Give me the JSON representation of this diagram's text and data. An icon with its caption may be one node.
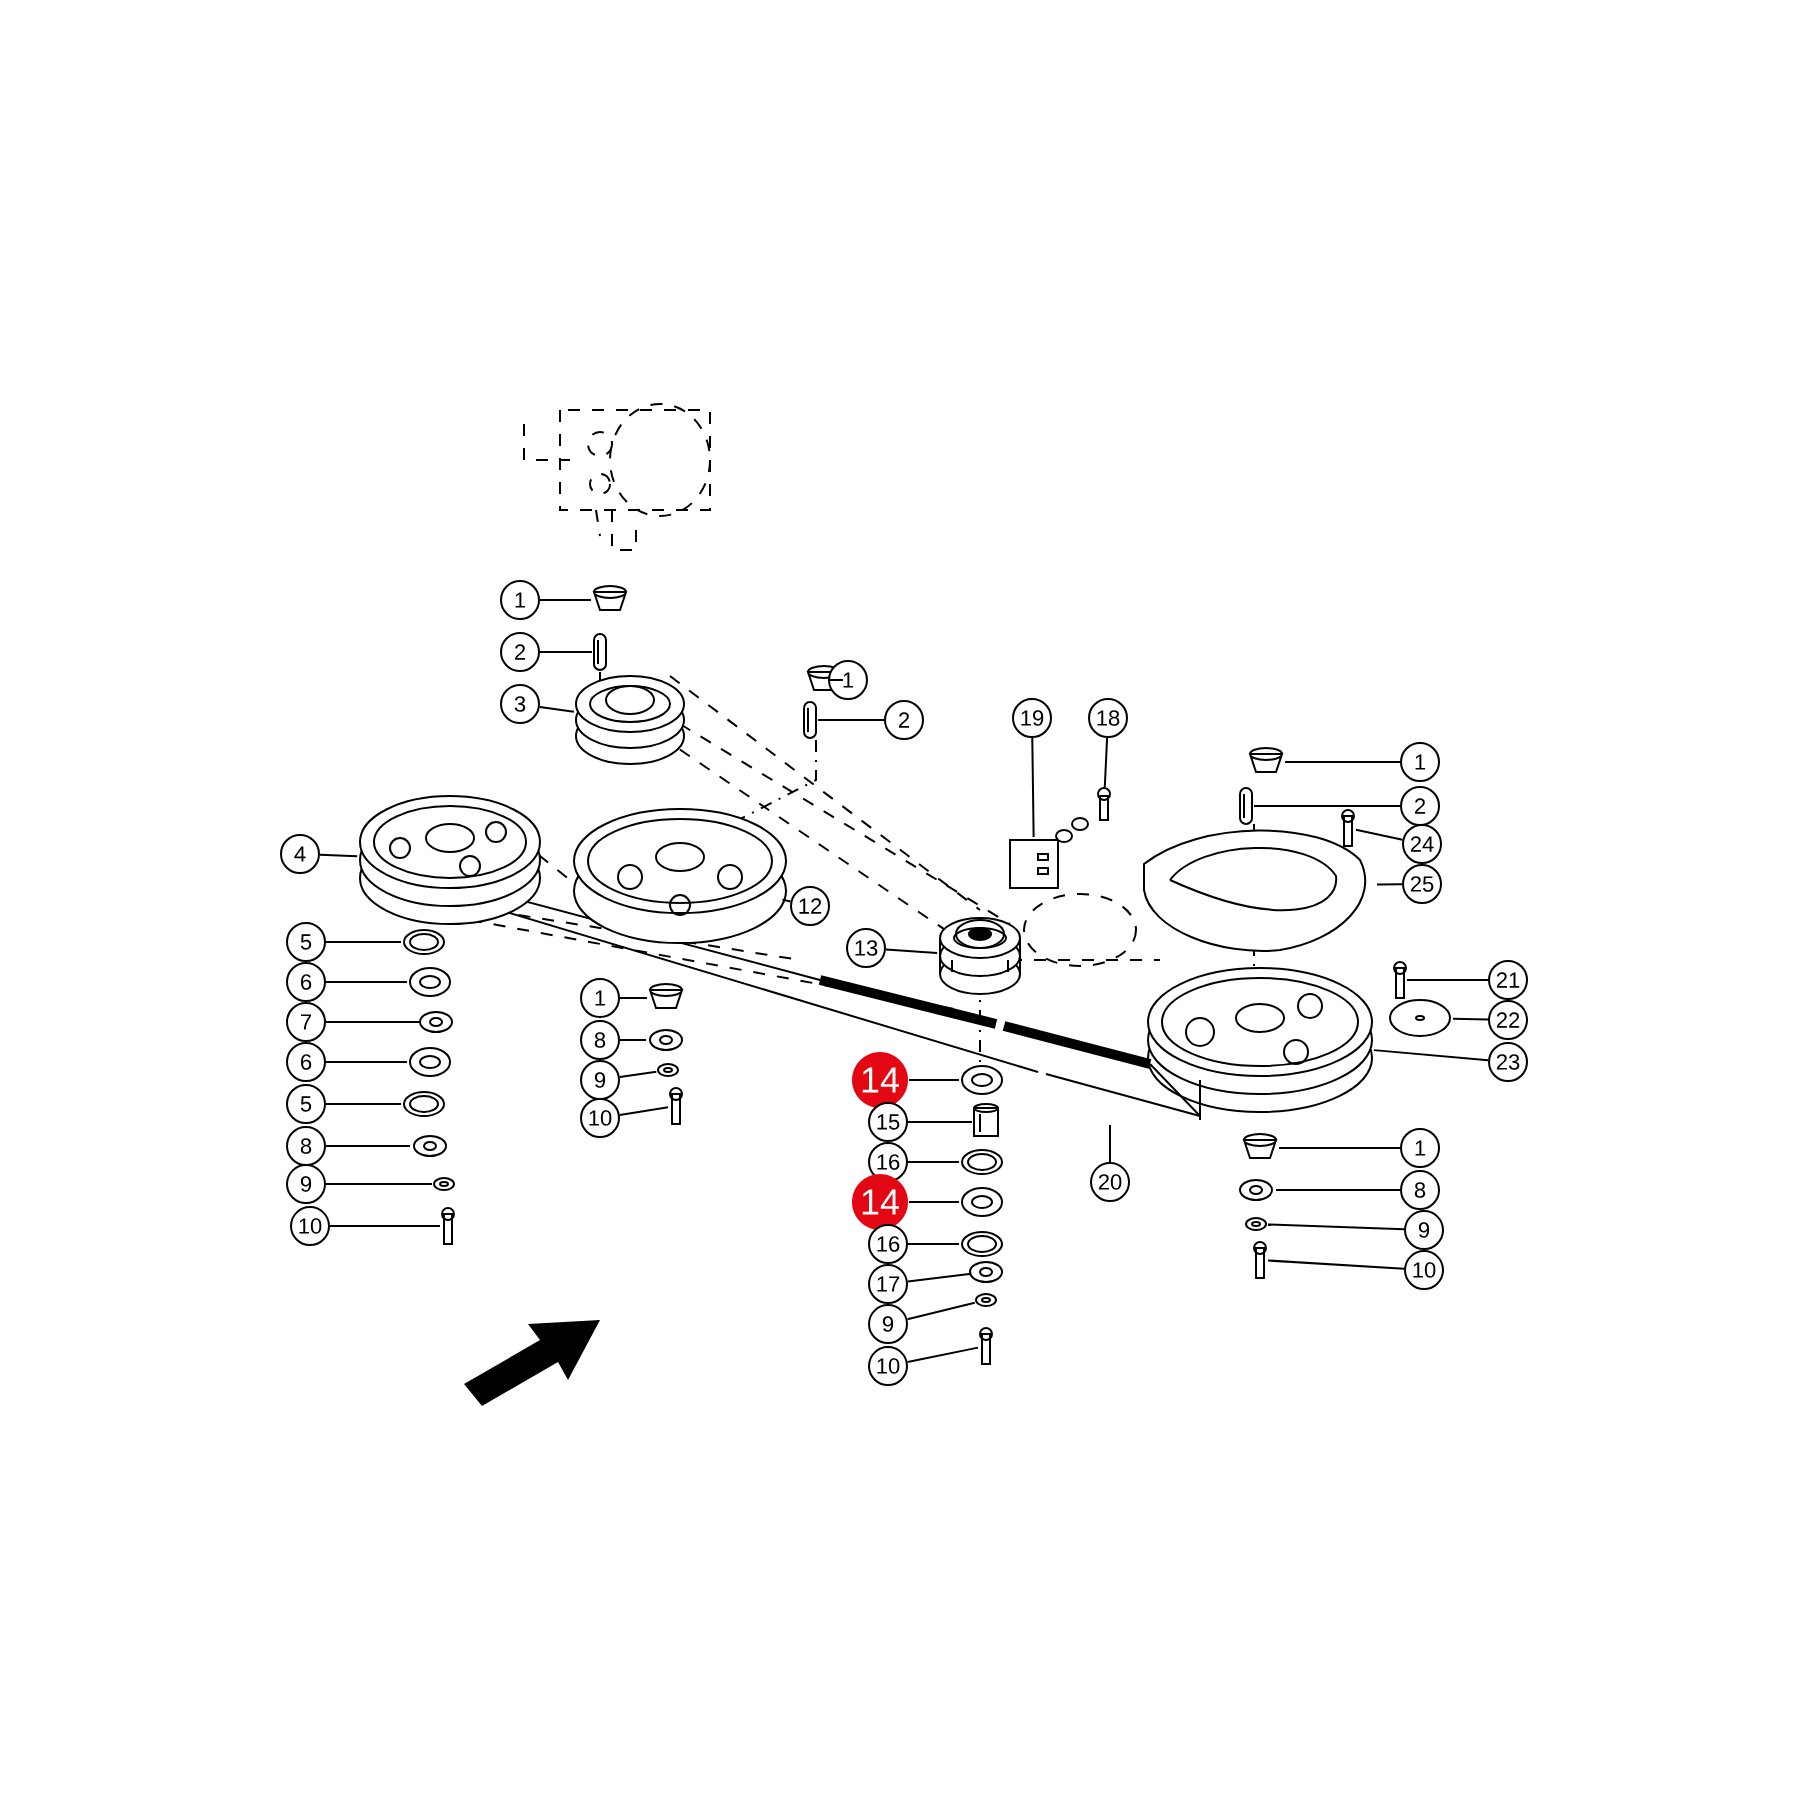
{
  "diagram": {
    "nodes": [
      {
        "text": [
          "1"
        ]
      },
      {
        "text": [
          "2"
        ]
      },
      {
        "text": [
          "3"
        ]
      },
      {
        "text": [
          "1"
        ]
      },
      {
        "text": [
          "2"
        ]
      },
      {
        "text": [
          "19"
        ]
      },
      {
        "text": [
          "18"
        ]
      },
      {
        "text": [
          "1"
        ]
      },
      {
        "text": [
          "2"
        ]
      },
      {
        "text": [
          "24"
        ]
      },
      {
        "text": [
          "25"
        ]
      },
      {
        "text": [
          "4"
        ]
      },
      {
        "text": [
          "12"
        ]
      },
      {
        "text": [
          "13"
        ]
      },
      {
        "text": [
          "5"
        ]
      },
      {
        "text": [
          "6"
        ]
      },
      {
        "text": [
          "7"
        ]
      },
      {
        "text": [
          "6"
        ]
      },
      {
        "text": [
          "5"
        ]
      },
      {
        "text": [
          "8"
        ]
      },
      {
        "text": [
          "9"
        ]
      },
      {
        "text": [
          "10"
        ]
      },
      {
        "text": [
          "1"
        ]
      },
      {
        "text": [
          "8"
        ]
      },
      {
        "text": [
          "9"
        ]
      },
      {
        "text": [
          "10"
        ]
      },
      {
        "text": [
          "21"
        ]
      },
      {
        "text": [
          "22"
        ]
      },
      {
        "text": [
          "23"
        ]
      },
      {
        "text": [
          "14"
        ]
      },
      {
        "text": [
          "15"
        ]
      },
      {
        "text": [
          "16"
        ]
      },
      {
        "text": [
          "14"
        ]
      },
      {
        "text": [
          "16"
        ]
      },
      {
        "text": [
          "17"
        ]
      },
      {
        "text": [
          "9"
        ]
      },
      {
        "text": [
          "10"
        ]
      },
      {
        "text": [
          "20"
        ]
      },
      {
        "text": [
          "1"
        ]
      },
      {
        "text": [
          "8"
        ]
      },
      {
        "text": [
          "9"
        ]
      },
      {
        "text": [
          "10"
        ]
      },
      {
        "text": [],
        "shape": "picture"
      },
      {
        "text": [],
        "shape": "picture"
      },
      {
        "text": [],
        "shape": "picture"
      },
      {
        "text": [],
        "shape": "picture"
      },
      {
        "text": [],
        "shape": "picture"
      },
      {
        "text": [],
        "shape": "picture"
      },
      {
        "text": [],
        "shape": "picture"
      },
      {
        "text": [],
        "shape": "picture"
      },
      {
        "text": [],
        "shape": "picture"
      },
      {
        "text": [],
        "shape": "picture"
      },
      {
        "text": [],
        "shape": "picture"
      },
      {
        "text": [],
        "shape": "picture"
      },
      {
        "text": [],
        "shape": "picture"
      },
      {
        "text": [],
        "shape": "picture"
      },
      {
        "text": [],
        "shape": "picture"
      },
      {
        "text": [],
        "shape": "picture"
      },
      {
        "text": [],
        "shape": "picture"
      },
      {
        "text": [],
        "shape": "picture"
      },
      {
        "text": [],
        "shape": "picture"
      },
      {
        "text": [],
        "shape": "picture"
      },
      {
        "text": [],
        "shape": "picture"
      },
      {
        "text": [],
        "shape": "picture"
      },
      {
        "text": [],
        "shape": "picture"
      },
      {
        "text": [],
        "shape": "picture"
      },
      {
        "text": [],
        "shape": "picture"
      },
      {
        "text": [],
        "shape": "picture"
      },
      {
        "text": [],
        "shape": "picture"
      },
      {
        "text": [],
        "shape": "picture"
      },
      {
        "text": [],
        "shape": "picture"
      },
      {
        "text": [],
        "shape": "picture"
      },
      {
        "text": [],
        "shape": "picture"
      },
      {
        "text": [],
        "shape": "picture"
      },
      {
        "text": [],
        "shape": "picture"
      },
      {
        "text": [],
        "shape": "picture"
      },
      {
        "text": [],
        "shape": "picture"
      },
      {
        "text": [],
        "shape": "picture"
      },
      {
        "text": [],
        "shape": "picture"
      },
      {
        "text": [],
        "shape": "picture"
      },
      {
        "text": [],
        "shape": "picture"
      },
      {
        "text": [],
        "shape": "picture"
      },
      {
        "text": [],
        "shape": "picture"
      },
      {
        "text": [],
        "shape": "picture"
      }
    ],
    "edges": [
      {
        "from": 0,
        "to": 42,
        "arrow": "none"
      },
      {
        "from": 1,
        "to": 43,
        "arrow": "none"
      },
      {
        "from": 2,
        "to": 44,
        "arrow": "none"
      },
      {
        "from": 3,
        "to": 45,
        "arrow": "none"
      },
      {
        "from": 4,
        "to": 46,
        "arrow": "none"
      },
      {
        "from": 5,
        "to": 47,
        "arrow": "none"
      },
      {
        "from": 6,
        "to": 48,
        "arrow": "none"
      },
      {
        "from": 7,
        "to": 49,
        "arrow": "none"
      },
      {
        "from": 8,
        "to": 50,
        "arrow": "none"
      },
      {
        "from": 9,
        "to": 51,
        "arrow": "none"
      },
      {
        "from": 10,
        "to": 52,
        "arrow": "none"
      },
      {
        "from": 11,
        "to": 53,
        "arrow": "none"
      },
      {
        "from": 12,
        "to": 54,
        "arrow": "none"
      },
      {
        "from": 13,
        "to": 55,
        "arrow": "none"
      },
      {
        "from": 14,
        "to": 56,
        "arrow": "none"
      },
      {
        "from": 15,
        "to": 57,
        "arrow": "none"
      },
      {
        "from": 16,
        "to": 58,
        "arrow": "none"
      },
      {
        "from": 17,
        "to": 59,
        "arrow": "none"
      },
      {
        "from": 18,
        "to": 60,
        "arrow": "none"
      },
      {
        "from": 19,
        "to": 61,
        "arrow": "none"
      },
      {
        "from": 20,
        "to": 62,
        "arrow": "none"
      },
      {
        "from": 21,
        "to": 63,
        "arrow": "none"
      },
      {
        "from": 22,
        "to": 64,
        "arrow": "none"
      },
      {
        "from": 23,
        "to": 65,
        "arrow": "none"
      },
      {
        "from": 24,
        "to": 66,
        "arrow": "none"
      },
      {
        "from": 25,
        "to": 67,
        "arrow": "none"
      },
      {
        "from": 26,
        "to": 68,
        "arrow": "none"
      },
      {
        "from": 27,
        "to": 69,
        "arrow": "none"
      },
      {
        "from": 28,
        "to": 70,
        "arrow": "none"
      },
      {
        "from": 29,
        "to": 71,
        "arrow": "none"
      },
      {
        "from": 30,
        "to": 72,
        "arrow": "none"
      },
      {
        "from": 31,
        "to": 73,
        "arrow": "none"
      },
      {
        "from": 32,
        "to": 74,
        "arrow": "none"
      },
      {
        "from": 33,
        "to": 75,
        "arrow": "none"
      },
      {
        "from": 34,
        "to": 76,
        "arrow": "none"
      },
      {
        "from": 35,
        "to": 77,
        "arrow": "none"
      },
      {
        "from": 36,
        "to": 78,
        "arrow": "none"
      },
      {
        "from": 37,
        "to": 79,
        "arrow": "none"
      },
      {
        "from": 38,
        "to": 80,
        "arrow": "none"
      },
      {
        "from": 39,
        "to": 81,
        "arrow": "none"
      },
      {
        "from": 40,
        "to": 82,
        "arrow": "none"
      },
      {
        "from": 41,
        "to": 83,
        "arrow": "none"
      }
    ]
  }
}
